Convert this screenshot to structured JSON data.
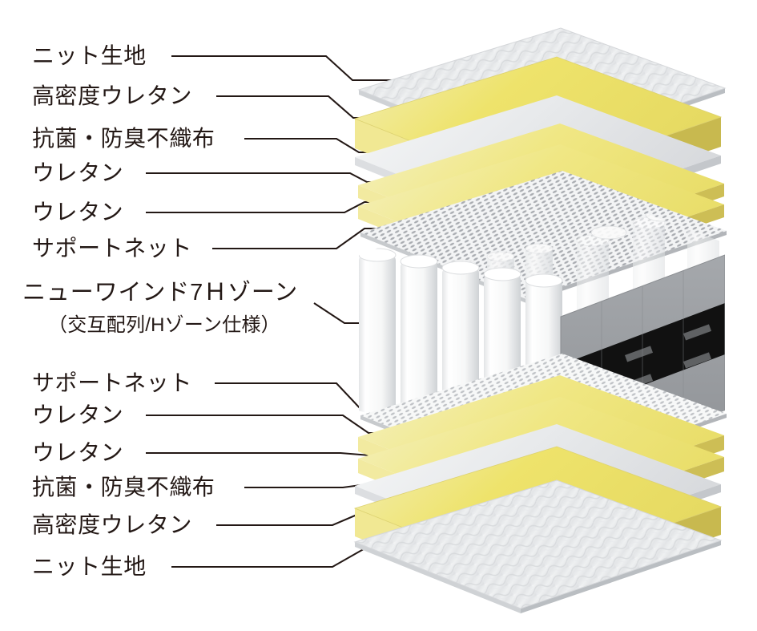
{
  "figure": {
    "title": "マットレス構造図",
    "type": "exploded-isometric-layer-diagram",
    "colors": {
      "background": "#ffffff",
      "text": "#231815",
      "leader_line": "#231815",
      "urethane_top": "#eee36b",
      "urethane_top_light": "#f2ecae",
      "urethane_side": "#c8b94f",
      "urethane_front": "#d9cb5d",
      "fabric_light": "#e9eaec",
      "fabric_edge": "#c9ccd0",
      "mesh_grey": "#b9bcc0",
      "coil_white": "#fcfcfc",
      "coil_shade": "#dcdee0",
      "panel_grey": "#9a9da1",
      "panel_black": "#111111"
    }
  },
  "labels": [
    {
      "id": "knit-top",
      "text": "ニット生地",
      "size": "main"
    },
    {
      "id": "high-density-top",
      "text": "高密度ウレタン",
      "size": "main"
    },
    {
      "id": "antibacterial-top",
      "text": "抗菌・防臭不織布",
      "size": "main"
    },
    {
      "id": "urethane-top-1",
      "text": "ウレタン",
      "size": "main"
    },
    {
      "id": "urethane-top-2",
      "text": "ウレタン",
      "size": "main"
    },
    {
      "id": "support-net-top",
      "text": "サポートネット",
      "size": "main"
    },
    {
      "id": "coil-zone",
      "text": "ニューワインド7Ｈゾーン",
      "size": "big"
    },
    {
      "id": "coil-zone-sub",
      "text": "（交互配列/Hゾーン仕様）",
      "size": "sub"
    },
    {
      "id": "support-net-bot",
      "text": "サポートネット",
      "size": "main"
    },
    {
      "id": "urethane-bot-1",
      "text": "ウレタン",
      "size": "main"
    },
    {
      "id": "urethane-bot-2",
      "text": "ウレタン",
      "size": "main"
    },
    {
      "id": "antibacterial-bot",
      "text": "抗菌・防臭不織布",
      "size": "main"
    },
    {
      "id": "high-density-bot",
      "text": "高密度ウレタン",
      "size": "main"
    },
    {
      "id": "knit-bot",
      "text": "ニット生地",
      "size": "main"
    }
  ],
  "layers": [
    {
      "id": "knit-top",
      "material": "knit-fabric",
      "label": "ニット生地"
    },
    {
      "id": "high-density-top",
      "material": "urethane-thick",
      "label": "高密度ウレタン"
    },
    {
      "id": "antibacterial-top",
      "material": "nonwoven-fabric",
      "label": "抗菌・防臭不織布"
    },
    {
      "id": "urethane-top-1",
      "material": "urethane-thin",
      "label": "ウレタン"
    },
    {
      "id": "urethane-top-2",
      "material": "urethane-thin",
      "label": "ウレタン"
    },
    {
      "id": "support-net-top",
      "material": "support-mesh",
      "label": "サポートネット"
    },
    {
      "id": "coil-zone",
      "material": "pocket-coil-unit",
      "label": "ニューワインド7Ｈゾーン"
    },
    {
      "id": "support-net-bot",
      "material": "support-mesh",
      "label": "サポートネット"
    },
    {
      "id": "urethane-bot-1",
      "material": "urethane-thin",
      "label": "ウレタン"
    },
    {
      "id": "urethane-bot-2",
      "material": "urethane-thin",
      "label": "ウレタン"
    },
    {
      "id": "antibacterial-bot",
      "material": "nonwoven-fabric",
      "label": "抗菌・防臭不織布"
    },
    {
      "id": "high-density-bot",
      "material": "urethane-thick",
      "label": "高密度ウレタン"
    },
    {
      "id": "knit-bot",
      "material": "knit-fabric",
      "label": "ニット生地"
    }
  ]
}
